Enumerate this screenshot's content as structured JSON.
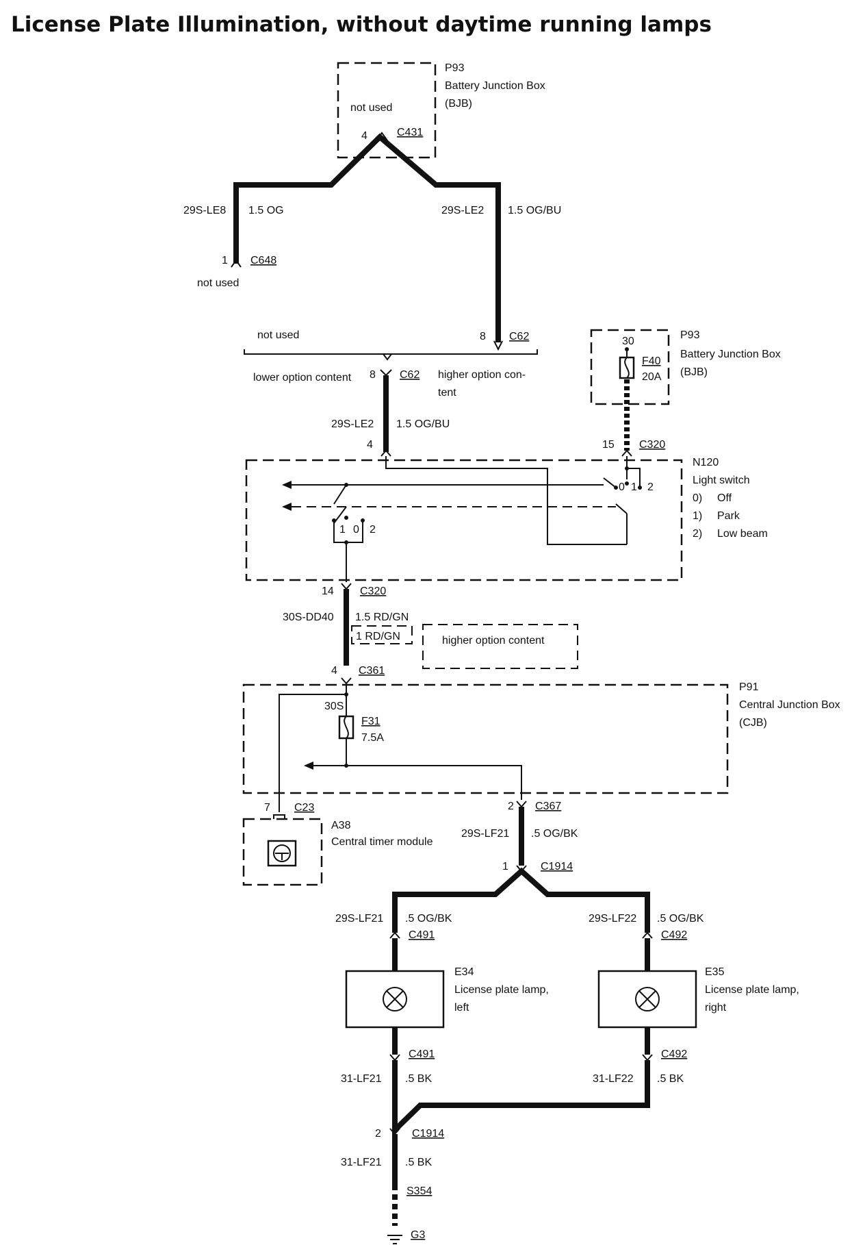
{
  "title": "License Plate Illumination, without daytime running lamps",
  "p93_top": {
    "id": "P93",
    "name": "Battery Junction Box",
    "abbr": "(BJB)",
    "note": "not used",
    "pin": "4",
    "connector": "C431"
  },
  "wire_left_top": {
    "circuit": "29S-LE8",
    "spec": "1.5 OG"
  },
  "wire_right_top": {
    "circuit": "29S-LE2",
    "spec": "1.5 OG/BU"
  },
  "c648": {
    "pin": "1",
    "connector": "C648",
    "note": "not used"
  },
  "c62_upper": {
    "note": "not used",
    "pin": "8",
    "connector": "C62"
  },
  "c62_lower": {
    "lower_label": "lower option content",
    "pin": "8",
    "connector": "C62",
    "higher_label_1": "higher option con-",
    "higher_label_2": "tent"
  },
  "wire_to_switch": {
    "circuit": "29S-LE2",
    "spec": "1.5 OG/BU",
    "pin": "4"
  },
  "p93_fuse": {
    "id": "P93",
    "name": "Battery Junction Box",
    "abbr": "(BJB)",
    "pin_top": "30",
    "fuse": "F40",
    "rating": "20A",
    "pin": "15",
    "connector": "C320"
  },
  "n120": {
    "id": "N120",
    "name": "Light switch",
    "positions": [
      {
        "num": "0)",
        "label": "Off"
      },
      {
        "num": "1)",
        "label": "Park"
      },
      {
        "num": "2)",
        "label": "Low beam"
      }
    ],
    "switch_a": {
      "p1": "1",
      "p0": "0",
      "p2": "2"
    },
    "switch_b": {
      "p0": "0",
      "p1": "1",
      "p2": "2"
    }
  },
  "c320_lower": {
    "pin": "14",
    "connector": "C320"
  },
  "wire_dd40": {
    "circuit": "30S-DD40",
    "spec": "1.5 RD/GN",
    "alt_spec": "1 RD/GN",
    "higher_option": "higher option content"
  },
  "c361": {
    "pin": "4",
    "connector": "C361"
  },
  "p91": {
    "id": "P91",
    "name": "Central Junction Box",
    "abbr": "(CJB)",
    "bus": "30S",
    "fuse": "F31",
    "rating": "7.5A"
  },
  "c23": {
    "pin": "7",
    "connector": "C23"
  },
  "a38": {
    "id": "A38",
    "name": "Central timer module"
  },
  "c367": {
    "pin": "2",
    "connector": "C367",
    "circuit": "29S-LF21",
    "spec": ".5 OG/BK"
  },
  "c1914_top": {
    "pin": "1",
    "connector": "C1914"
  },
  "left_feed": {
    "circuit": "29S-LF21",
    "spec": ".5 OG/BK",
    "connector": "C491"
  },
  "right_feed": {
    "circuit": "29S-LF22",
    "spec": ".5 OG/BK",
    "connector": "C492"
  },
  "e34": {
    "id": "E34",
    "line1": "License plate lamp,",
    "line2": "left"
  },
  "e35": {
    "id": "E35",
    "line1": "License plate lamp,",
    "line2": "right"
  },
  "left_ground": {
    "connector": "C491",
    "circuit": "31-LF21",
    "spec": ".5 BK"
  },
  "right_ground": {
    "connector": "C492",
    "circuit": "31-LF22",
    "spec": ".5 BK"
  },
  "c1914_bottom": {
    "pin": "2",
    "connector": "C1914"
  },
  "ground_wire": {
    "circuit": "31-LF21",
    "spec": ".5 BK",
    "splice": "S354",
    "ground": "G3"
  }
}
